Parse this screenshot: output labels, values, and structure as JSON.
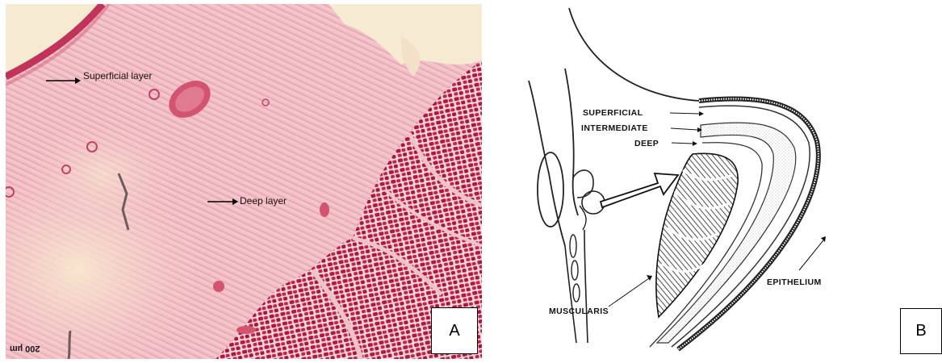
{
  "panel_a": {
    "label_superficial": "Superficial layer",
    "label_deep": "Deep layer",
    "scale_bar": "200 µm",
    "panel_letter": "A",
    "colors": {
      "tissue": "#f2c3c8",
      "muscle": "#b81e45",
      "epithelium": "#c2335a",
      "background": "#f6ebd2"
    }
  },
  "panel_b": {
    "labels": {
      "superficial": "SUPERFICIAL",
      "intermediate": "INTERMEDIATE",
      "deep": "DEEP",
      "muscularis": "MUSCULARIS",
      "epithelium": "EPITHELIUM"
    },
    "panel_letter": "B"
  }
}
